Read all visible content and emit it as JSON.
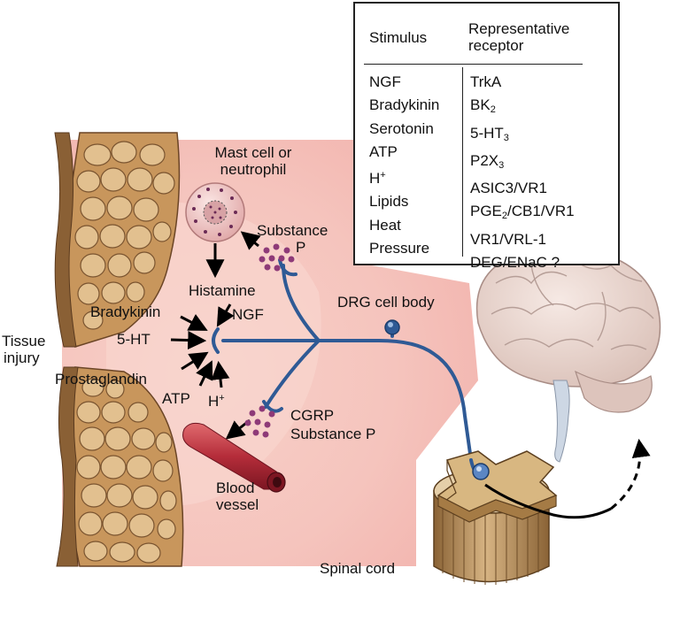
{
  "figure": {
    "labels": {
      "mast_cell": [
        "Mast cell or",
        "neutrophil"
      ],
      "substance_p_top": [
        "Substance",
        "P"
      ],
      "histamine": "Histamine",
      "ngf": "NGF",
      "bradykinin": "Bradykinin",
      "five_ht": "5-HT",
      "tissue_injury": [
        "Tissue",
        "injury"
      ],
      "prostaglandin": "Prostaglandin",
      "atp": "ATP",
      "h_plus": {
        "base": "H",
        "sup": "+"
      },
      "cgrp": "CGRP",
      "substance_p_bottom": "Substance P",
      "blood_vessel": [
        "Blood",
        "vessel"
      ],
      "drg_cell_body": "DRG cell body",
      "spinal_cord": "Spinal cord"
    },
    "colors": {
      "tissue_bg": "#f5c9c2",
      "skin": "#c8965c",
      "skin_dark": "#7a5430",
      "neuron": "#2f5a95",
      "granules": "#8e3a78",
      "vessel": "#b52d3a",
      "brain": "#ead6cf",
      "cord": "#b89264"
    }
  },
  "table": {
    "header_stimulus": "Stimulus",
    "header_receptor": [
      "Representative",
      "receptor"
    ],
    "rows": [
      {
        "stimulus": "NGF",
        "receptor": {
          "base": "TrkA"
        }
      },
      {
        "stimulus": "Bradykinin",
        "receptor": {
          "base": "BK",
          "sub": "2"
        }
      },
      {
        "stimulus": "Serotonin",
        "receptor": {
          "base": "5-HT",
          "sub": "3"
        }
      },
      {
        "stimulus": "ATP",
        "receptor": {
          "base": "P2X",
          "sub": "3"
        }
      },
      {
        "stimulus": "H",
        "stimulus_sup": "+",
        "receptor": {
          "base": "ASIC3/VR1"
        }
      },
      {
        "stimulus": "Lipids",
        "receptor": {
          "base": "PGE",
          "sub": "2",
          "after": "/CB1/VR1"
        }
      },
      {
        "stimulus": "Heat",
        "receptor": {
          "base": "VR1/VRL-1"
        }
      },
      {
        "stimulus": "Pressure",
        "receptor": {
          "base": "DEG/ENaC ?"
        }
      }
    ]
  }
}
